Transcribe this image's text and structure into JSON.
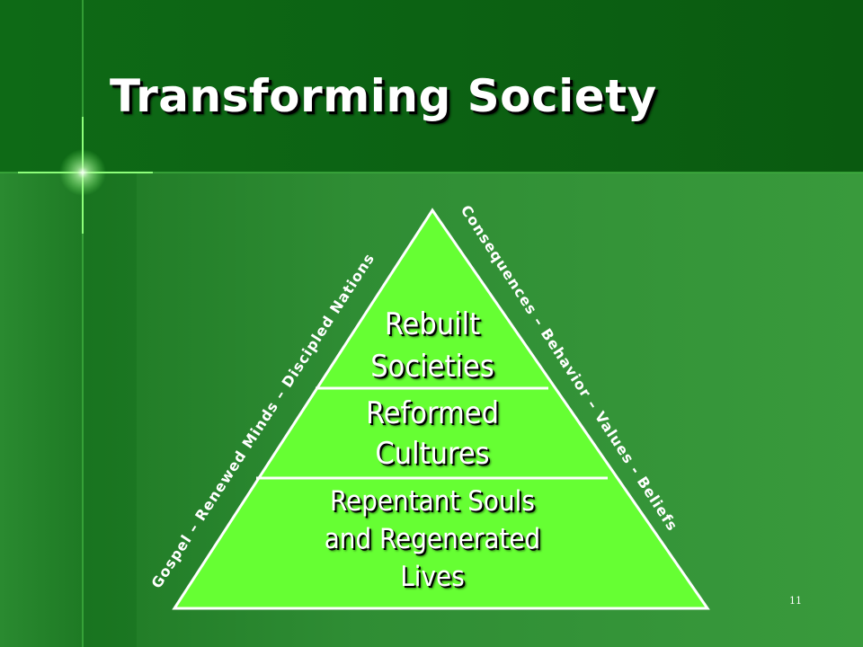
{
  "slide": {
    "title": "Transforming Society",
    "slide_number": "11",
    "colors": {
      "background": "#0b5e12",
      "panel": "#2e8b33",
      "pyramid": "#66ff33",
      "accent_line": "#7dff6a"
    }
  },
  "pyramid": {
    "tiers": [
      {
        "line1": "Rebuilt",
        "line2": "Societies"
      },
      {
        "line1": "Reformed",
        "line2": "Cultures"
      },
      {
        "line1": "Repentant Souls",
        "line2": "and Regenerated",
        "line3": "Lives"
      }
    ],
    "left_side_label": "Gospel – Renewed Minds – Discipled Nations",
    "right_side_label": "Consequences – Behavior – Values - Beliefs"
  }
}
